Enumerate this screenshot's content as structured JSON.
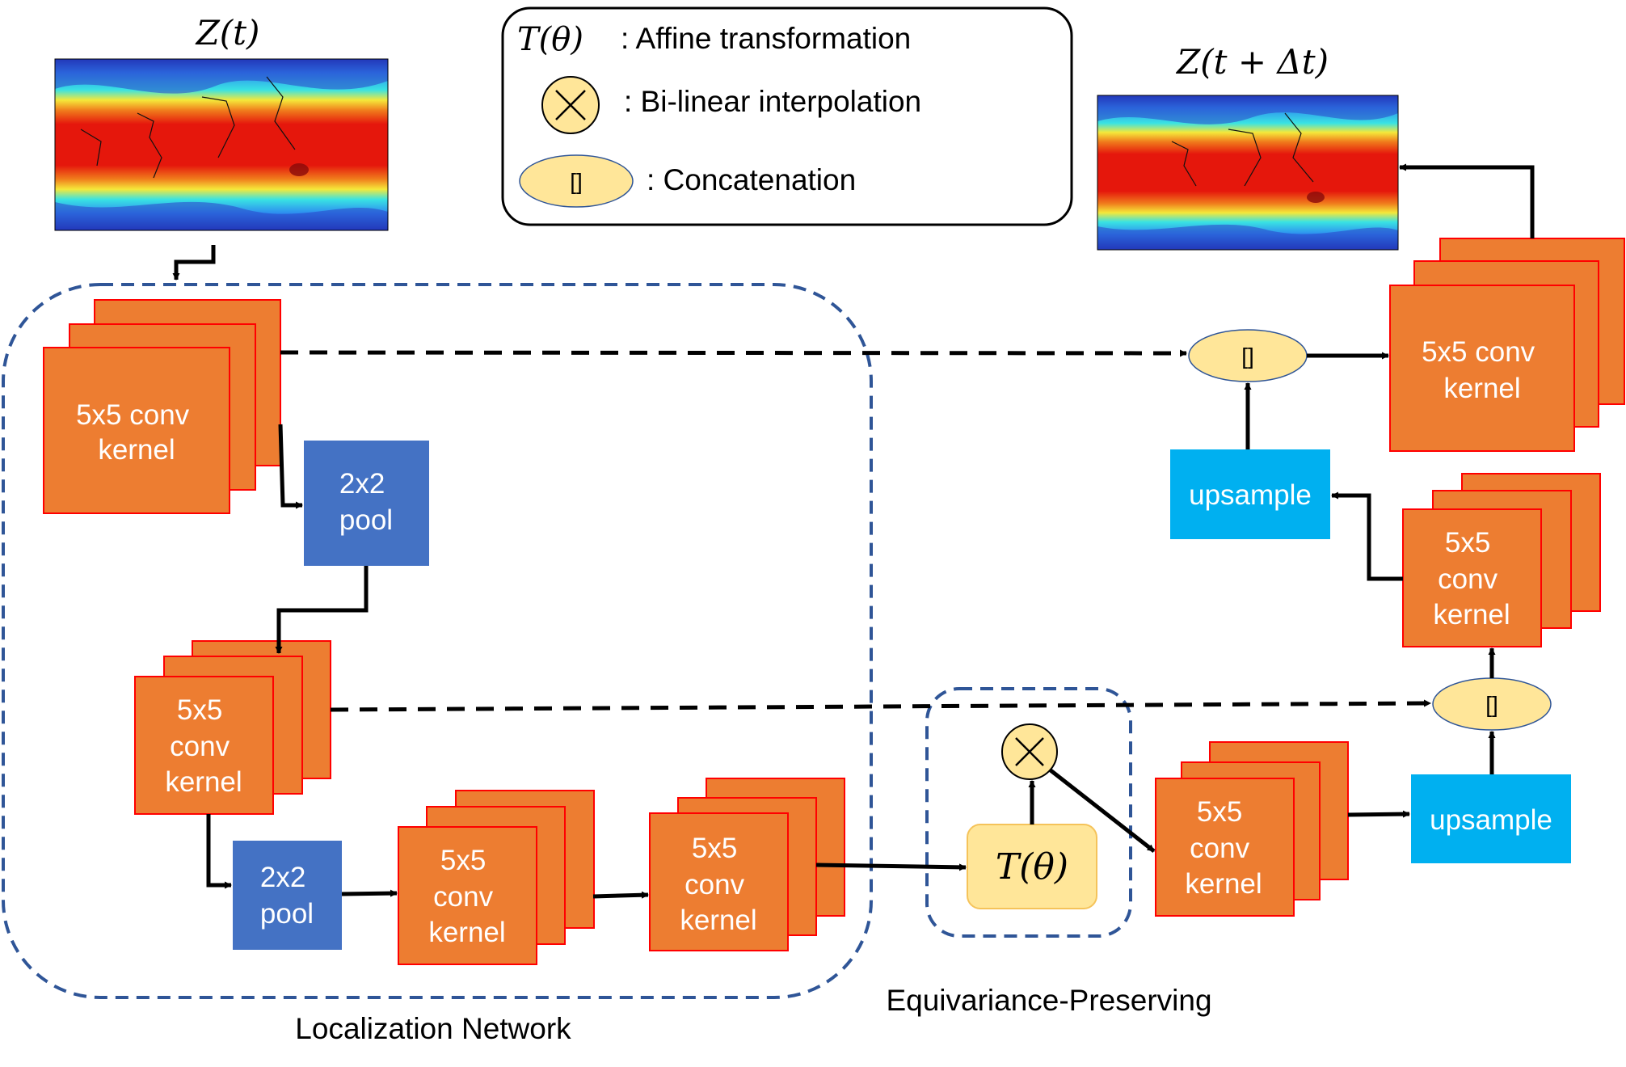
{
  "input_label": "Z(t)",
  "output_label": "Z(t + Δt)",
  "legend": {
    "affine_symbol": "T(θ)",
    "affine_text": ": Affine transformation",
    "interp_text": ": Bi-linear interpolation",
    "concat_symbol": "[]",
    "concat_text": ": Concatenation"
  },
  "localization": {
    "title": "Localization Network",
    "conv1": [
      "5x5 conv",
      "kernel"
    ],
    "pool1": [
      "2x2",
      "pool"
    ],
    "conv2": [
      "5x5",
      "conv",
      "kernel"
    ],
    "pool2": [
      "2x2",
      "pool"
    ],
    "conv3": [
      "5x5",
      "conv",
      "kernel"
    ],
    "conv4": [
      "5x5",
      "conv",
      "kernel"
    ]
  },
  "equivariance": {
    "title": "Equivariance-Preserving",
    "transform": "T(θ)"
  },
  "decoder": {
    "conv5": [
      "5x5",
      "conv",
      "kernel"
    ],
    "upsample1": "upsample",
    "concat1": "[]",
    "conv6": [
      "5x5",
      "conv",
      "kernel"
    ],
    "upsample2": "upsample",
    "concat2": "[]",
    "conv7": [
      "5x5 conv",
      "kernel"
    ]
  },
  "colors": {
    "conv": "#ed7d31",
    "conv_border": "#ff0000",
    "pool": "#4472c4",
    "upsample": "#00b0f0",
    "ellipse": "#ffe699",
    "dashed_border": "#2f5597",
    "ocean_cold": "#1f2fb3",
    "tropics_hot": "#e8140c"
  }
}
